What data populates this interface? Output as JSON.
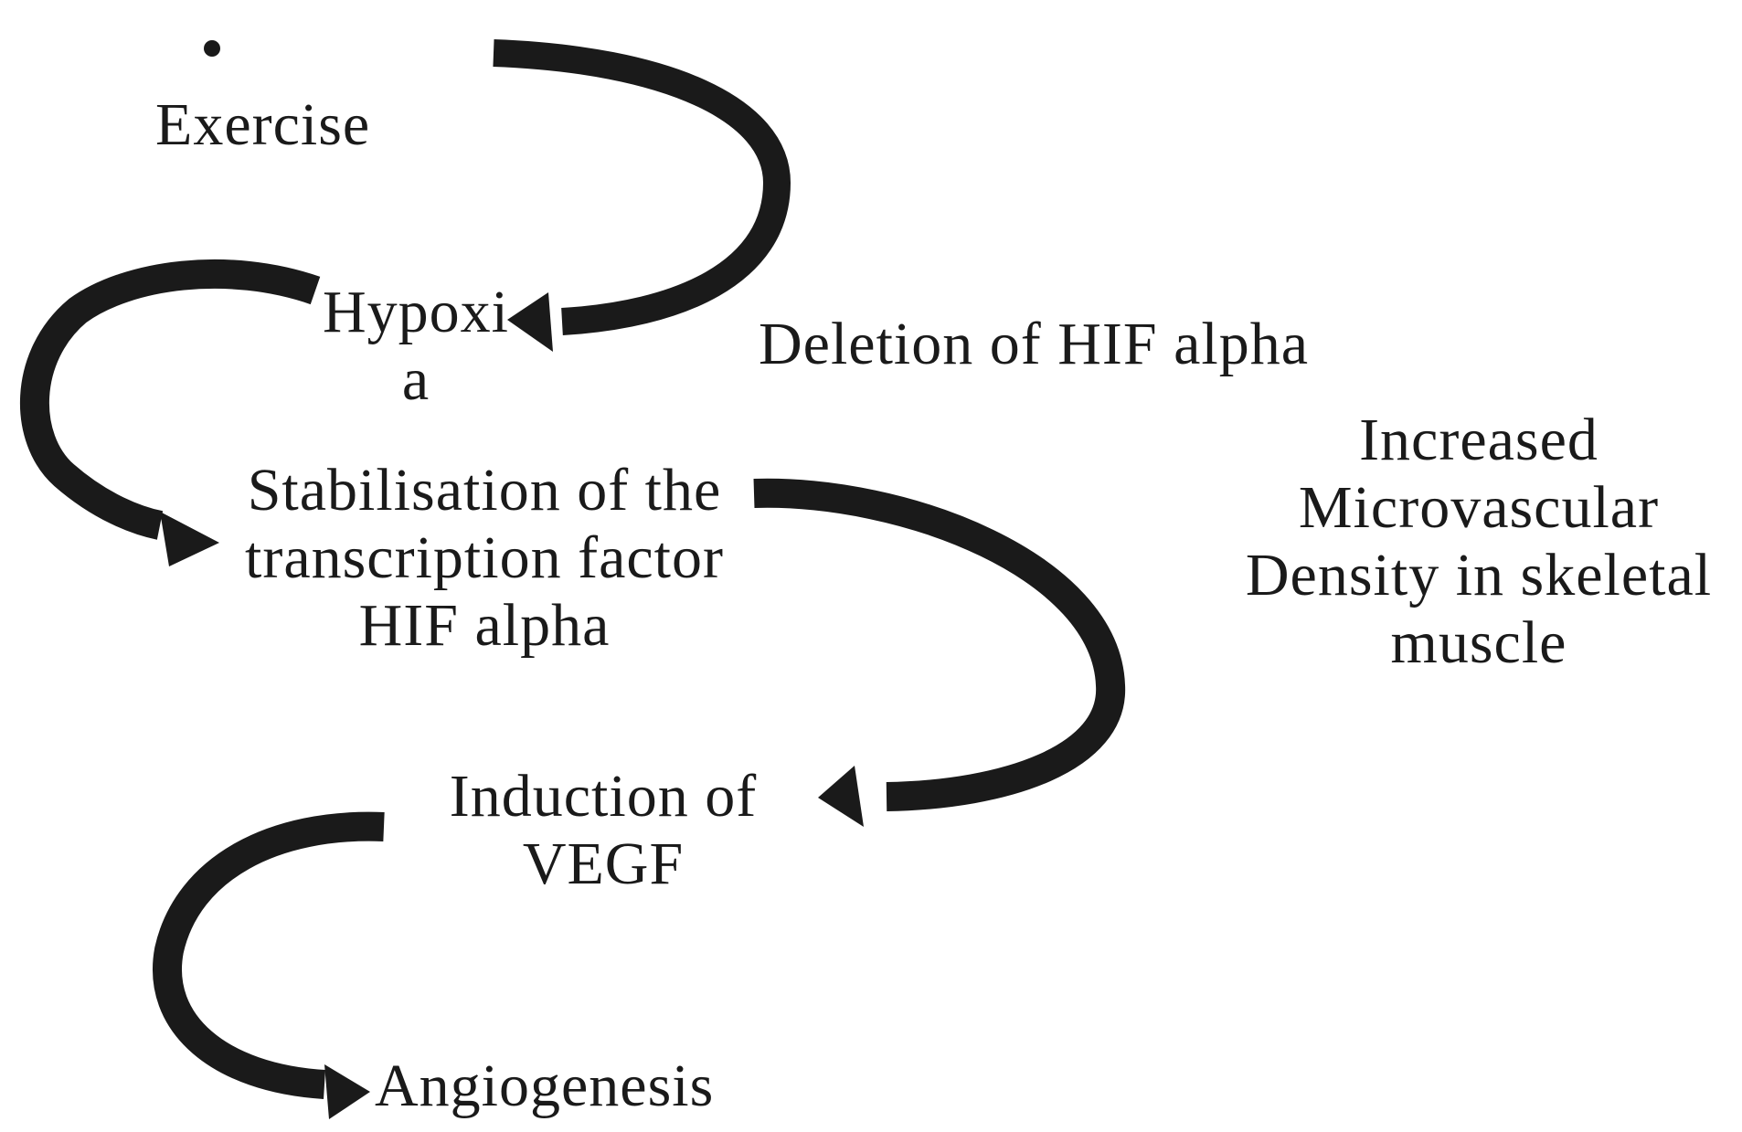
{
  "colors": {
    "arrow": "#1a1a1a",
    "text": "#1a1a1a",
    "background": "#ffffff"
  },
  "labels": {
    "exercise": "Exercise",
    "hypoxia": "Hypoxi\na",
    "stabilisation": "Stabilisation of the\ntranscription factor\nHIF alpha",
    "deletion": "Deletion of HIF alpha",
    "increased_density": "Increased\nMicrovascular\nDensity in skeletal\nmuscle",
    "vegf": "Induction of\nVEGF",
    "angiogenesis": "Angiogenesis"
  },
  "arrows": [
    {
      "id": "exercise-to-hypoxia",
      "from": "exercise",
      "to": "hypoxia"
    },
    {
      "id": "hypoxia-to-stabilisation",
      "from": "hypoxia",
      "to": "stabilisation"
    },
    {
      "id": "stabilisation-to-vegf",
      "from": "stabilisation",
      "to": "vegf"
    },
    {
      "id": "vegf-to-angiogenesis",
      "from": "vegf",
      "to": "angiogenesis"
    }
  ]
}
